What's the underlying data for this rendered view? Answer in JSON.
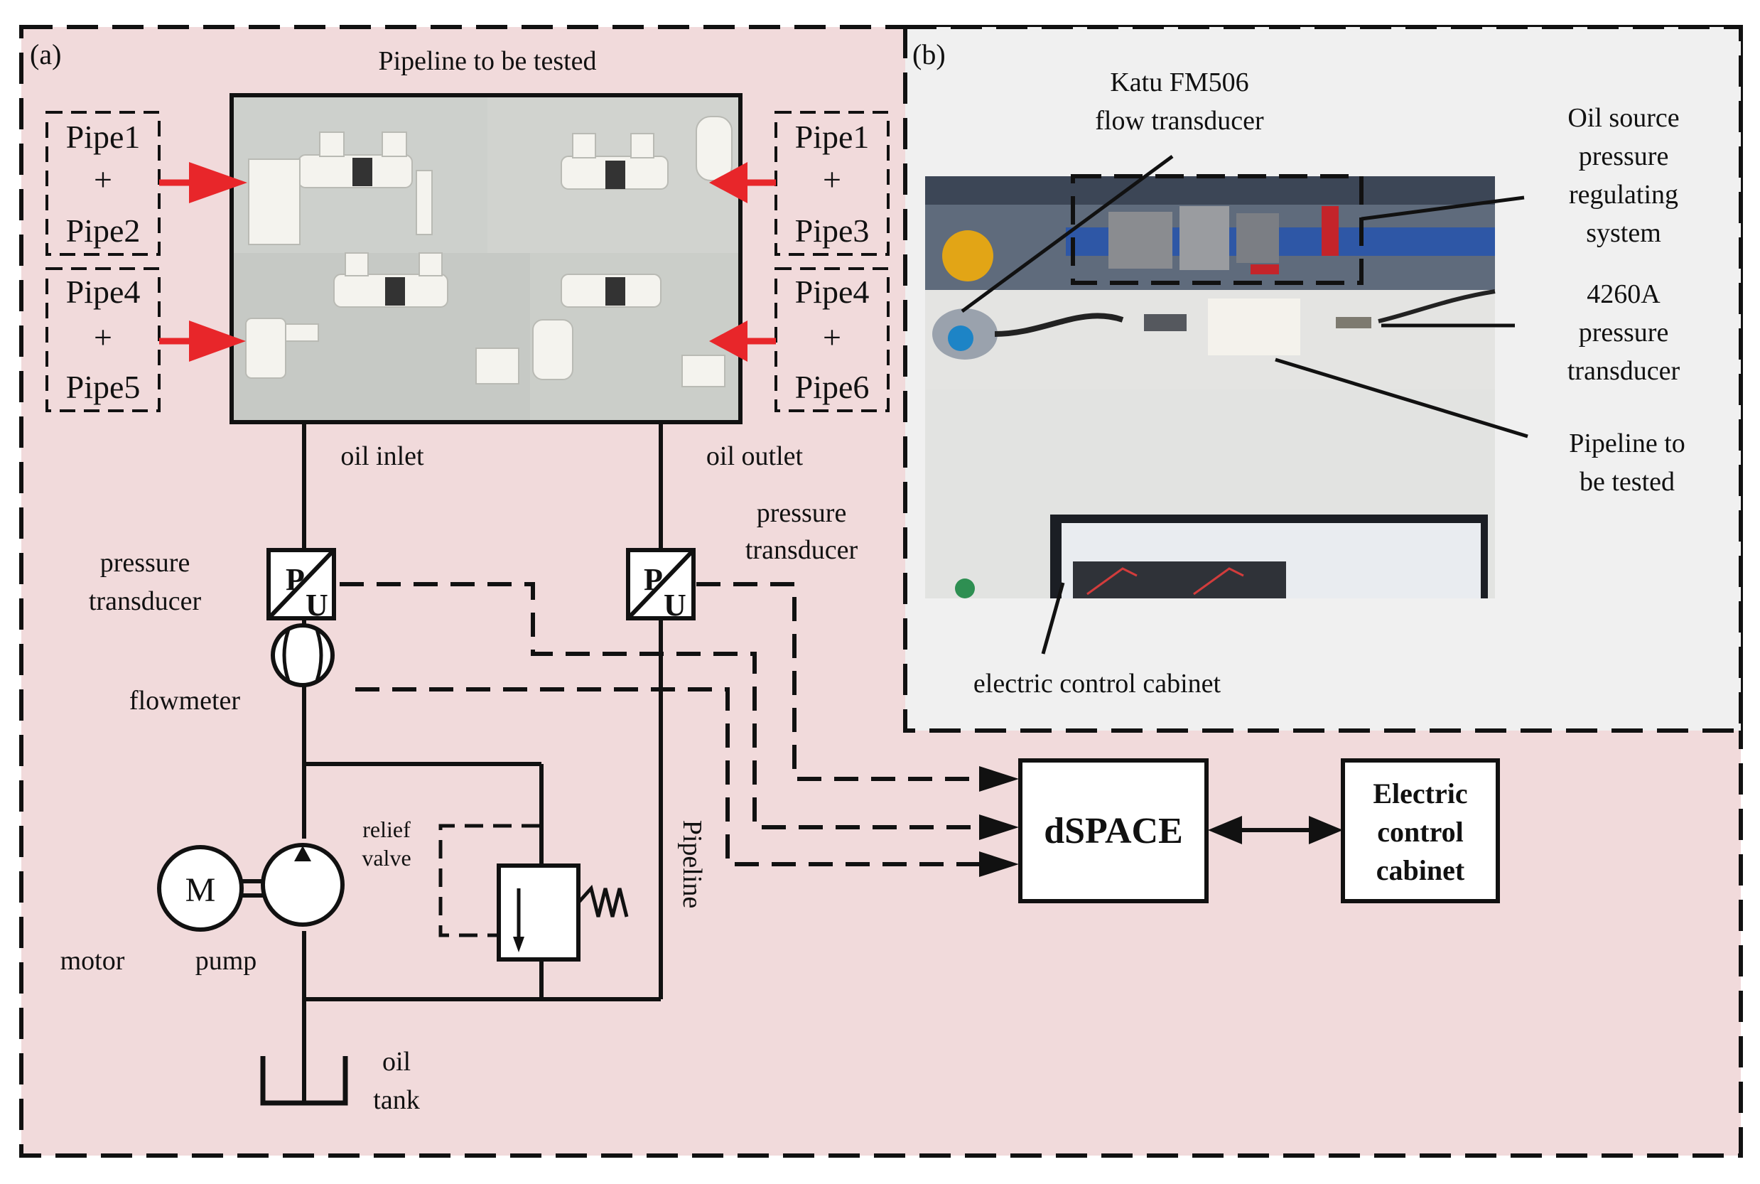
{
  "colors": {
    "panel_a_bg": "#f1dadb",
    "panel_b_bg": "#f0f0f0",
    "line": "#111111",
    "arrow_red": "#e8262a",
    "photo_bg": "#c9ccc8"
  },
  "panel_a": {
    "tag": "(a)",
    "pipeline_title": "Pipeline to be tested",
    "pipe_groups": [
      {
        "top": "Pipe1",
        "plus": "+",
        "bottom": "Pipe2"
      },
      {
        "top": "Pipe1",
        "plus": "+",
        "bottom": "Pipe3"
      },
      {
        "top": "Pipe4",
        "plus": "+",
        "bottom": "Pipe5"
      },
      {
        "top": "Pipe4",
        "plus": "+",
        "bottom": "Pipe6"
      }
    ],
    "labels": {
      "oil_inlet": "oil inlet",
      "oil_outlet": "oil outlet",
      "pressure_transducer_left_1": "pressure",
      "pressure_transducer_left_2": "transducer",
      "pressure_transducer_right_1": "pressure",
      "pressure_transducer_right_2": "transducer",
      "pu_top": "P",
      "pu_bottom": "U",
      "flowmeter": "flowmeter",
      "relief_1": "relief",
      "relief_2": "valve",
      "pipeline_vertical": "Pipeline",
      "motor_symbol": "M",
      "motor": "motor",
      "pump": "pump",
      "oil_tank_1": "oil",
      "oil_tank_2": "tank"
    },
    "dspace": "dSPACE",
    "electric_cabinet": [
      "Electric",
      "control",
      "cabinet"
    ]
  },
  "panel_b": {
    "tag": "(b)",
    "katu": [
      "Katu FM506",
      "flow transducer"
    ],
    "oil_source": [
      "Oil source",
      "pressure",
      "regulating",
      "system"
    ],
    "pressure_4260a": [
      "4260A",
      "pressure",
      "transducer"
    ],
    "pipeline_tested": [
      "Pipeline to",
      "be tested"
    ],
    "electric_control_cabinet": "electric control cabinet"
  }
}
